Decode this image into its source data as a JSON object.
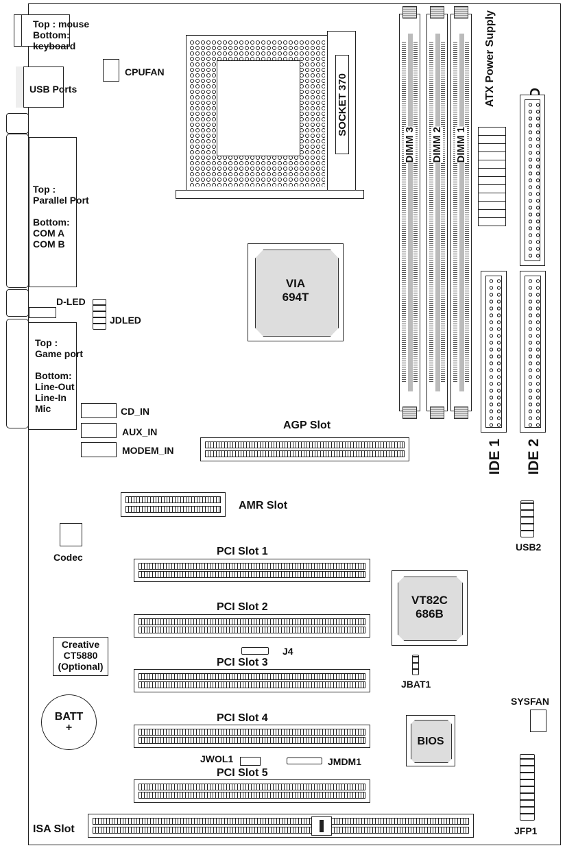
{
  "board": {
    "ps2": "Top : mouse\nBottom:\nkeyboard",
    "usb_ports": "USB Ports",
    "parallel_com": "Top :\nParallel Port\n\nBottom:\nCOM A\nCOM B",
    "game_audio": "Top :\nGame port\n\nBottom:\nLine-Out\nLine-In\nMic",
    "cpufan": "CPUFAN",
    "socket": "SOCKET 370",
    "northbridge": "VIA\n694T",
    "dimm3": "DIMM 3",
    "dimm2": "DIMM 2",
    "dimm1": "DIMM 1",
    "atx_power": "ATX Power Supply",
    "fdd": "FDD",
    "ide1": "IDE 1",
    "ide2": "IDE 2",
    "dled": "D-LED",
    "jdled": "JDLED",
    "cd_in": "CD_IN",
    "aux_in": "AUX_IN",
    "modem_in": "MODEM_IN",
    "agp": "AGP Slot",
    "amr": "AMR Slot",
    "codec": "Codec",
    "usb2": "USB2",
    "pci": [
      "PCI Slot 1",
      "PCI Slot 2",
      "PCI Slot 3",
      "PCI Slot 4",
      "PCI Slot 5"
    ],
    "southbridge": "VT82C\n686B",
    "creative": "Creative\nCT5880\n(Optional)",
    "j4": "J4",
    "jbat1": "JBAT1",
    "batt": "BATT\n+",
    "sysfan": "SYSFAN",
    "bios": "BIOS",
    "jwol1": "JWOL1",
    "jmdm1": "JMDM1",
    "jfp1": "JFP1",
    "isa": "ISA Slot"
  }
}
